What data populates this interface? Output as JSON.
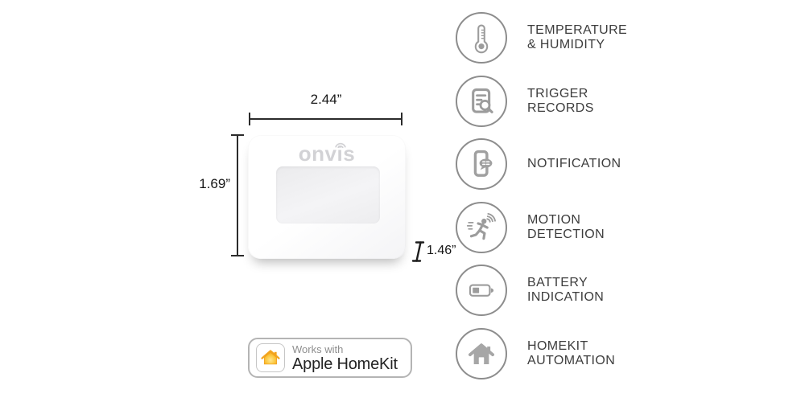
{
  "page": {
    "background": "#ffffff"
  },
  "product": {
    "brand_logo": "onvis",
    "dimensions": {
      "width_label": "2.44”",
      "height_label": "1.69”",
      "depth_label": "1.46”"
    }
  },
  "homekit_badge": {
    "line1": "Works with",
    "line2": "Apple HomeKit",
    "house_color": "#f2a41e"
  },
  "features": [
    {
      "icon": "thermometer-icon",
      "line1": "TEMPERATURE",
      "line2": "& HUMIDITY"
    },
    {
      "icon": "trigger-records-icon",
      "line1": "TRIGGER",
      "line2": "RECORDS"
    },
    {
      "icon": "notification-icon",
      "line1": "NOTIFICATION",
      "line2": ""
    },
    {
      "icon": "motion-detection-icon",
      "line1": "MOTION",
      "line2": "DETECTION"
    },
    {
      "icon": "battery-icon",
      "line1": "BATTERY",
      "line2": "INDICATION"
    },
    {
      "icon": "homekit-house-icon",
      "line1": "HOMEKIT",
      "line2": "AUTOMATION"
    }
  ],
  "colors": {
    "icon_gray": "#9c9c9c",
    "circle_border": "#8d8d8d",
    "label_text": "#3d3d3d",
    "dimension_ink": "#2b2b2b",
    "logo_gray": "#d2d2d5"
  }
}
